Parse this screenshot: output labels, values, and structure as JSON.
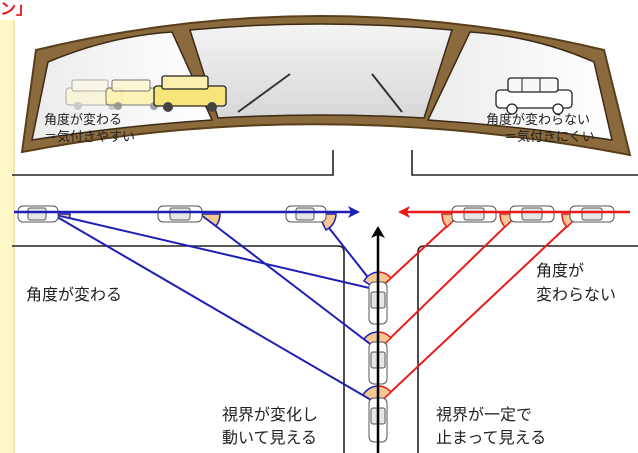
{
  "corner_title": "ン」",
  "mirror": {
    "left_caption": [
      "角度が変わる",
      "＝気付きやすい"
    ],
    "right_caption": [
      "角度が変わらない",
      "＝気付きにくい"
    ]
  },
  "road": {
    "left_label": "角度が変わる",
    "right_label": [
      "角度が",
      "変わらない"
    ],
    "bottom_left_label": [
      "視界が変化し",
      "動いて見える"
    ],
    "bottom_right_label": [
      "視界が一定で",
      "止まって見える"
    ]
  },
  "colors": {
    "left_traffic": "#1f1fb4",
    "right_traffic": "#e81b1b",
    "own_car": "#000000",
    "mirror_frame": "#8b6a3e",
    "angle_fill": "#f4c892",
    "side_strip": "#fff8c6"
  }
}
